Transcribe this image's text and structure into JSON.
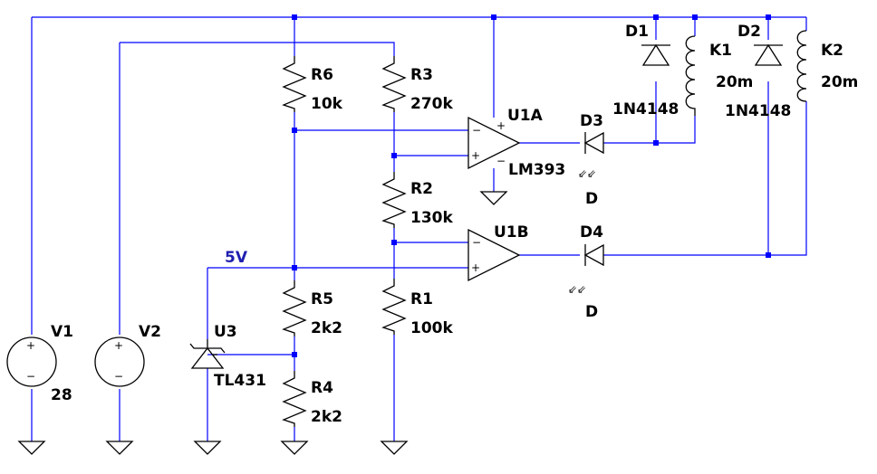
{
  "components": {
    "V1": {
      "name": "V1",
      "value": "28"
    },
    "V2": {
      "name": "V2"
    },
    "U3": {
      "name": "U3",
      "value": "TL431"
    },
    "R1": {
      "name": "R1",
      "value": "100k"
    },
    "R2": {
      "name": "R2",
      "value": "130k"
    },
    "R3": {
      "name": "R3",
      "value": "270k"
    },
    "R4": {
      "name": "R4",
      "value": "2k2"
    },
    "R5": {
      "name": "R5",
      "value": "2k2"
    },
    "R6": {
      "name": "R6",
      "value": "10k"
    },
    "U1A": {
      "name": "U1A",
      "value": "LM393"
    },
    "U1B": {
      "name": "U1B"
    },
    "D1": {
      "name": "D1",
      "value": "1N4148"
    },
    "D2": {
      "name": "D2",
      "value": "1N4148"
    },
    "D3": {
      "name": "D3",
      "value": "D"
    },
    "D4": {
      "name": "D4",
      "value": "D"
    },
    "K1": {
      "name": "K1",
      "value": "20m"
    },
    "K2": {
      "name": "K2",
      "value": "20m"
    }
  },
  "net_labels": {
    "ref_5v": "5V"
  },
  "symbols": {
    "plus": "+",
    "minus": "−",
    "arrows": "⇙⇙"
  },
  "colors": {
    "wire": "#0000ff",
    "component": "#000000",
    "net_label": "#1f1fb0"
  }
}
